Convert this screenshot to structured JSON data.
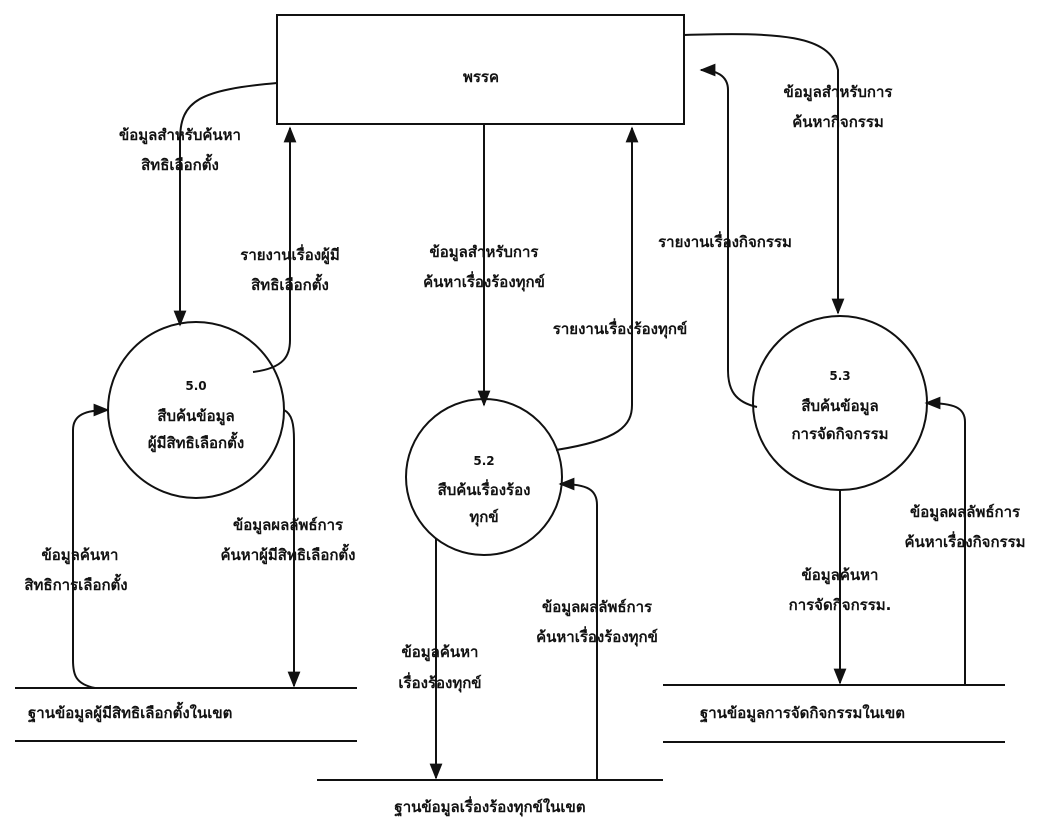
{
  "entity": {
    "name": "พรรค"
  },
  "processes": [
    {
      "id": "5.0",
      "name_lines": [
        "สืบค้นข้อมูล",
        "ผู้มีสิทธิเลือกตั้ง"
      ]
    },
    {
      "id": "5.2",
      "name_lines": [
        "สืบค้นเรื่องร้อง",
        "ทุกข์"
      ]
    },
    {
      "id": "5.3",
      "name_lines": [
        "สืบค้นข้อมูล",
        "การจัดกิจกรรม"
      ]
    }
  ],
  "data_stores": [
    {
      "name": "ฐานข้อมูลผู้มีสิทธิเลือกตั้งในเขต"
    },
    {
      "name": "ฐานข้อมูลเรื่องร้องทุกข์ในเขต"
    },
    {
      "name": "ฐานข้อมูลการจัดกิจกรรมในเขต"
    }
  ],
  "flows": {
    "to_5_0": [
      "ข้อมูลสำหรับค้นหา",
      "สิทธิเลือกตั้ง"
    ],
    "from_5_0": [
      "รายงานเรื่องผู้มี",
      "สิทธิเลือกตั้ง"
    ],
    "to_5_2": [
      "ข้อมูลสำหรับการ",
      "ค้นหาเรื่องร้องทุกข์"
    ],
    "from_5_2": [
      "รายงานเรื่องร้องทุกข์"
    ],
    "to_5_3": [
      "ข้อมูลสำหรับการ",
      "ค้นหากิจกรรม"
    ],
    "from_5_3": [
      "รายงานเรื่องกิจกรรม"
    ],
    "query_voter": [
      "ข้อมูลค้นหา",
      "สิทธิการเลือกตั้ง"
    ],
    "result_voter": [
      "ข้อมูลผลลัพธ์การ",
      "ค้นหาผู้มีสิทธิเลือกตั้ง"
    ],
    "query_complaint": [
      "ข้อมูลค้นหา",
      "เรื่องร้องทุกข์"
    ],
    "result_complaint": [
      "ข้อมูลผลลัพธ์การ",
      "ค้นหาเรื่องร้องทุกข์"
    ],
    "query_activity": [
      "ข้อมูลค้นหา",
      "การจัดกิจกรรม."
    ],
    "result_activity": [
      "ข้อมูลผลลัพธ์การ",
      "ค้นหาเรื่องกิจกรรม"
    ]
  }
}
